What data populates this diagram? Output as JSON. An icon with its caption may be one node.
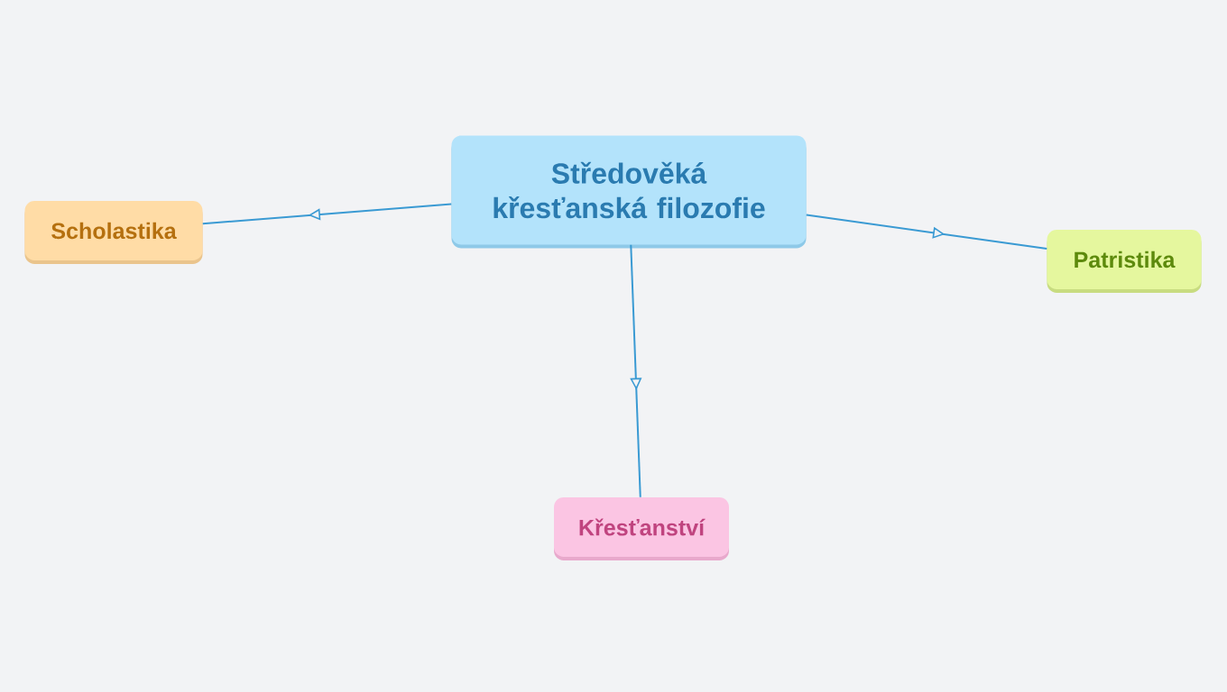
{
  "diagram": {
    "nodes": [
      {
        "text": [
          "Středověká křesťanská filozofie"
        ]
      },
      {
        "text": [
          "Scholastika"
        ]
      },
      {
        "text": [
          "Patristika"
        ]
      },
      {
        "text": [
          "Křesťanství"
        ]
      }
    ],
    "edges": [
      {
        "from": 0,
        "to": 1,
        "arrow": "to"
      },
      {
        "from": 0,
        "to": 2,
        "arrow": "to"
      },
      {
        "from": 0,
        "to": 3,
        "arrow": "to"
      }
    ]
  }
}
